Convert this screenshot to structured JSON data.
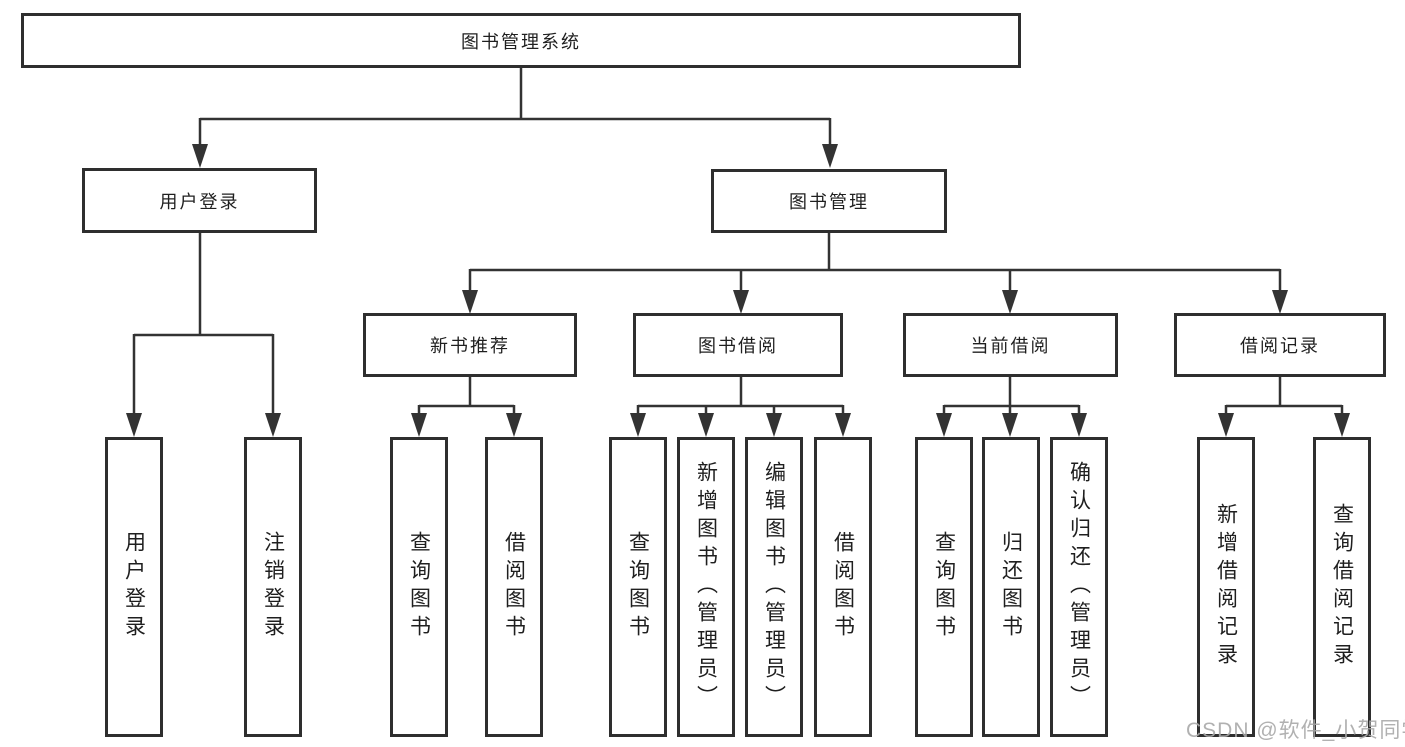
{
  "nodes": {
    "root": {
      "label": "图书管理系统"
    },
    "level2": [
      {
        "label": "用户登录"
      },
      {
        "label": "图书管理"
      }
    ],
    "level3": [
      {
        "label": "新书推荐"
      },
      {
        "label": "图书借阅"
      },
      {
        "label": "当前借阅"
      },
      {
        "label": "借阅记录"
      }
    ],
    "leaves": [
      {
        "label": "用户登录"
      },
      {
        "label": "注销登录"
      },
      {
        "label": "查询图书"
      },
      {
        "label": "借阅图书"
      },
      {
        "label": "查询图书"
      },
      {
        "label": "新增图书（管理员）"
      },
      {
        "label": "编辑图书（管理员）"
      },
      {
        "label": "借阅图书"
      },
      {
        "label": "查询图书"
      },
      {
        "label": "归还图书"
      },
      {
        "label": "确认归还（管理员）"
      },
      {
        "label": "新增借阅记录"
      },
      {
        "label": "查询借阅记录"
      }
    ]
  },
  "hierarchy": {
    "图书管理系统": [
      "用户登录",
      "图书管理"
    ],
    "用户登录": [
      "用户登录",
      "注销登录"
    ],
    "图书管理": [
      "新书推荐",
      "图书借阅",
      "当前借阅",
      "借阅记录"
    ],
    "新书推荐": [
      "查询图书",
      "借阅图书"
    ],
    "图书借阅": [
      "查询图书",
      "新增图书（管理员）",
      "编辑图书（管理员）",
      "借阅图书"
    ],
    "当前借阅": [
      "查询图书",
      "归还图书",
      "确认归还（管理员）"
    ],
    "借阅记录": [
      "新增借阅记录",
      "查询借阅记录"
    ]
  },
  "watermark": {
    "text": "CSDN @软件_小贺同学"
  },
  "colors": {
    "line": "#333333",
    "box_border": "#2e2e2e",
    "text": "#1f1f1f",
    "watermark": "#a9a9a9",
    "background": "#ffffff"
  }
}
